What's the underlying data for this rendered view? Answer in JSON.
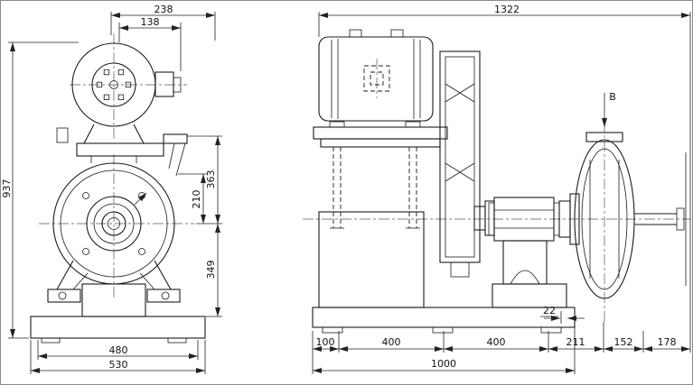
{
  "front_view": {
    "dim_top_outer": "238",
    "dim_top_inner": "138",
    "dim_overall_height": "937",
    "dim_upper_right": "363",
    "dim_mid_right": "210",
    "dim_lower_right": "349",
    "dim_base_inner": "480",
    "dim_base_outer": "530"
  },
  "side_view": {
    "dim_overall_length": "1322",
    "view_label": "B",
    "dim_foot_gap": "22",
    "dim_seg1": "100",
    "dim_seg2": "400",
    "dim_seg3": "400",
    "dim_seg4": "211",
    "dim_seg5": "152",
    "dim_seg6": "178",
    "dim_base_length": "1000"
  },
  "colors": {
    "line": "#1b1b1b",
    "centerline": "#555555",
    "background": "#ffffff"
  }
}
